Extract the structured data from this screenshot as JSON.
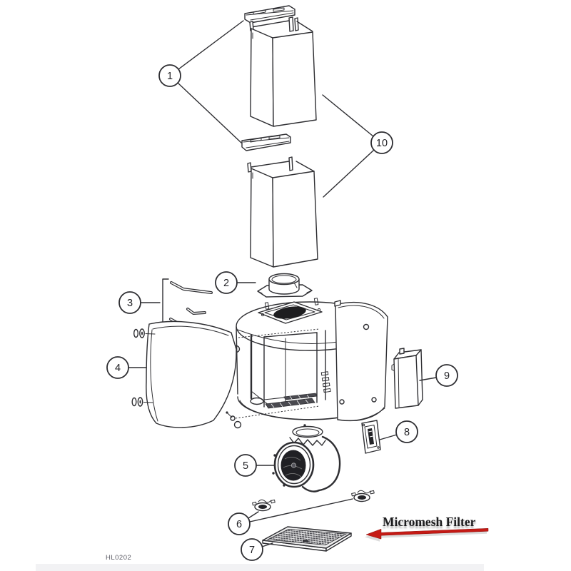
{
  "diagram": {
    "drawing_code": "HL0202",
    "annotation_label": "Micromesh Filter",
    "callouts": [
      {
        "id": "1",
        "label": "1"
      },
      {
        "id": "2",
        "label": "2"
      },
      {
        "id": "3",
        "label": "3"
      },
      {
        "id": "4",
        "label": "4"
      },
      {
        "id": "5",
        "label": "5"
      },
      {
        "id": "6",
        "label": "6"
      },
      {
        "id": "7",
        "label": "7"
      },
      {
        "id": "8",
        "label": "8"
      },
      {
        "id": "9",
        "label": "9"
      },
      {
        "id": "10",
        "label": "10"
      }
    ],
    "colors": {
      "line": "#2e2e32",
      "annotation_arrow": "#c51a15",
      "background": "#ffffff"
    }
  }
}
